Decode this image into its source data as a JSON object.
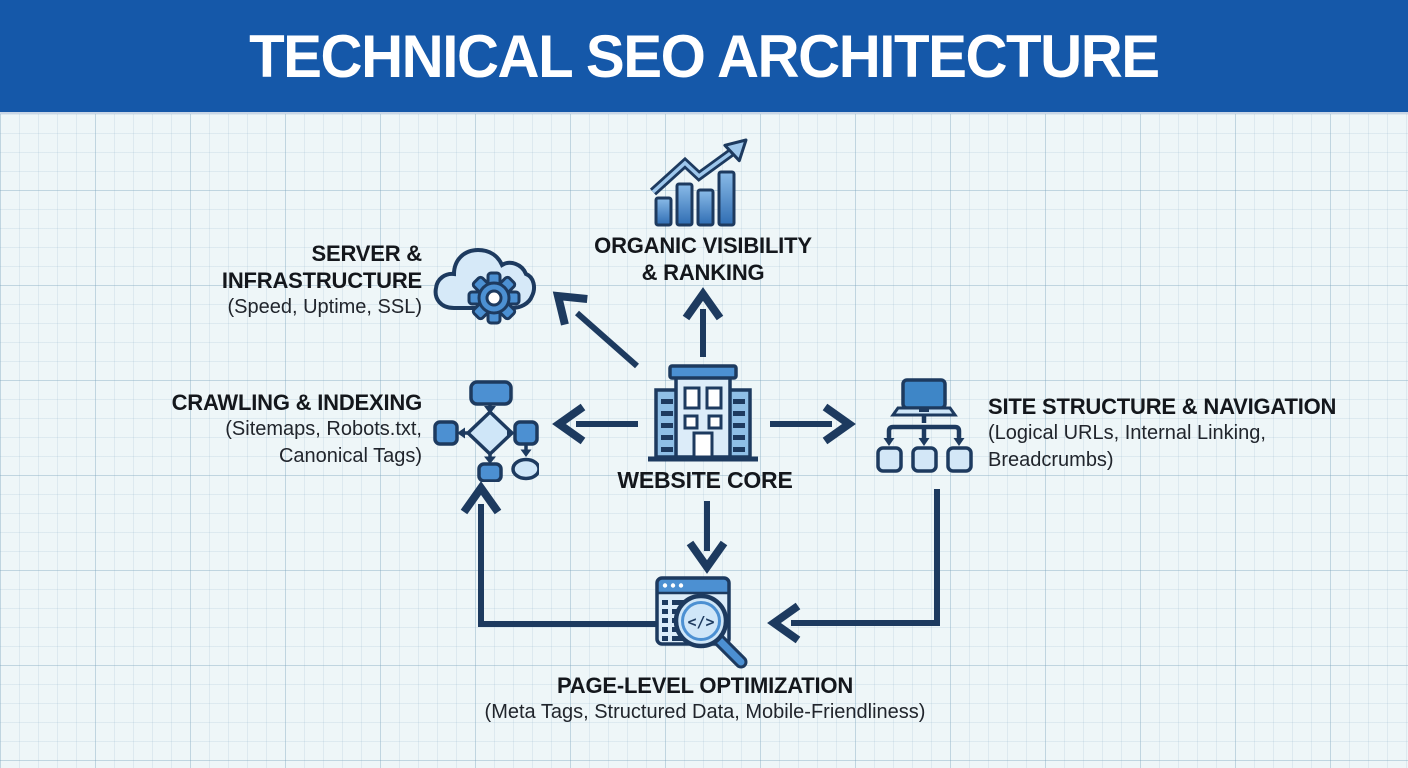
{
  "header": {
    "title": "TECHNICAL SEO ARCHITECTURE"
  },
  "nodes": {
    "organic_visibility": {
      "icon": "growth-chart-icon",
      "title_line1": "ORGANIC VISIBILITY",
      "title_line2": "& RANKING"
    },
    "server_infrastructure": {
      "icon": "cloud-gear-icon",
      "title_line1": "SERVER &",
      "title_line2": "INFRASTRUCTURE",
      "subtitle": "(Speed, Uptime, SSL)"
    },
    "crawling_indexing": {
      "icon": "flowchart-icon",
      "title": "CRAWLING & INDEXING",
      "subtitle_line1": "(Sitemaps, Robots.txt,",
      "subtitle_line2": "Canonical Tags)"
    },
    "website_core": {
      "icon": "building-icon",
      "title": "WEBSITE CORE"
    },
    "site_structure": {
      "icon": "sitemap-icon",
      "title": "SITE STRUCTURE & NAVIGATION",
      "subtitle_line1": "(Logical URLs, Internal Linking,",
      "subtitle_line2": "Breadcrumbs)"
    },
    "page_level": {
      "icon": "browser-search-code-icon",
      "title": "PAGE-LEVEL OPTIMIZATION",
      "subtitle": "(Meta Tags, Structured Data, Mobile-Friendliness)"
    }
  },
  "connections": [
    {
      "from": "website_core",
      "to": "organic_visibility"
    },
    {
      "from": "website_core",
      "to": "server_infrastructure"
    },
    {
      "from": "website_core",
      "to": "crawling_indexing"
    },
    {
      "from": "website_core",
      "to": "site_structure"
    },
    {
      "from": "website_core",
      "to": "page_level"
    },
    {
      "from": "page_level",
      "to": "crawling_indexing"
    },
    {
      "from": "site_structure",
      "to": "page_level"
    }
  ],
  "colors": {
    "header_bg": "#1558a9",
    "arrow_navy": "#1d3a5f",
    "mid_blue": "#4c90d2",
    "light_blue": "#cfe6f8",
    "canvas_bg": "#eef6f8",
    "title_text": "#ffffff",
    "label_text": "#14171c"
  }
}
